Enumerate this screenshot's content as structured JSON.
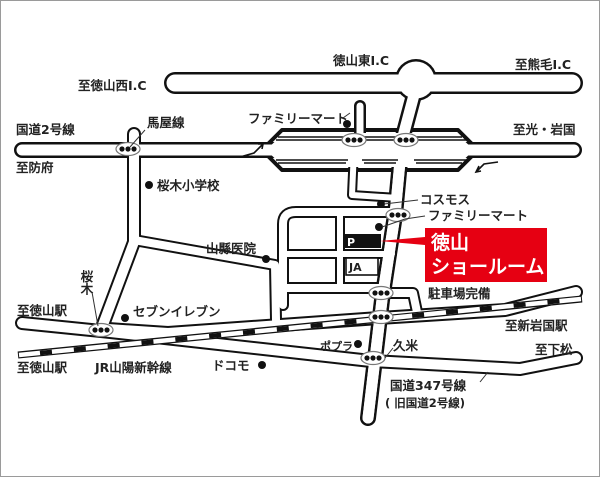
{
  "colors": {
    "accent": "#e60012",
    "road": "#111111",
    "frame": "#9a9a9a"
  },
  "labels": {
    "tokuyama_east_ic": "徳山東I.C",
    "to_kumage_ic": "至熊毛I.C",
    "to_tokuyama_west_ic": "至徳山西I.C",
    "familymart_1": "ファミリーマート",
    "route2": "国道2号線",
    "umaya_line": "馬屋線",
    "to_hikari_iwakuni": "至光・岩国",
    "to_hofu": "至防府",
    "sakuragi_school": "桜木小学校",
    "cosmos": "コスモス",
    "familymart_2": "ファミリーマート",
    "yamagata_clinic": "山縣医院",
    "ja": "JA",
    "parking_p": "P",
    "parking": "駐車場完備",
    "sakuragi": "桜木",
    "to_tokuyama_station_1": "至徳山駅",
    "seven_eleven": "セブンイレブン",
    "to_shin_iwakuni_station": "至新岩国駅",
    "poplar": "ポプラ",
    "kume": "久米",
    "to_kudamatsu": "至下松",
    "to_tokuyama_station_2": "至徳山駅",
    "jr_shinkansen": "JR山陽新幹線",
    "docomo": "ドコモ",
    "route347": "国道347号線",
    "old_route2": "( 旧国道2号線)"
  },
  "showroom": {
    "line1": "徳山",
    "line2": "ショールーム"
  }
}
